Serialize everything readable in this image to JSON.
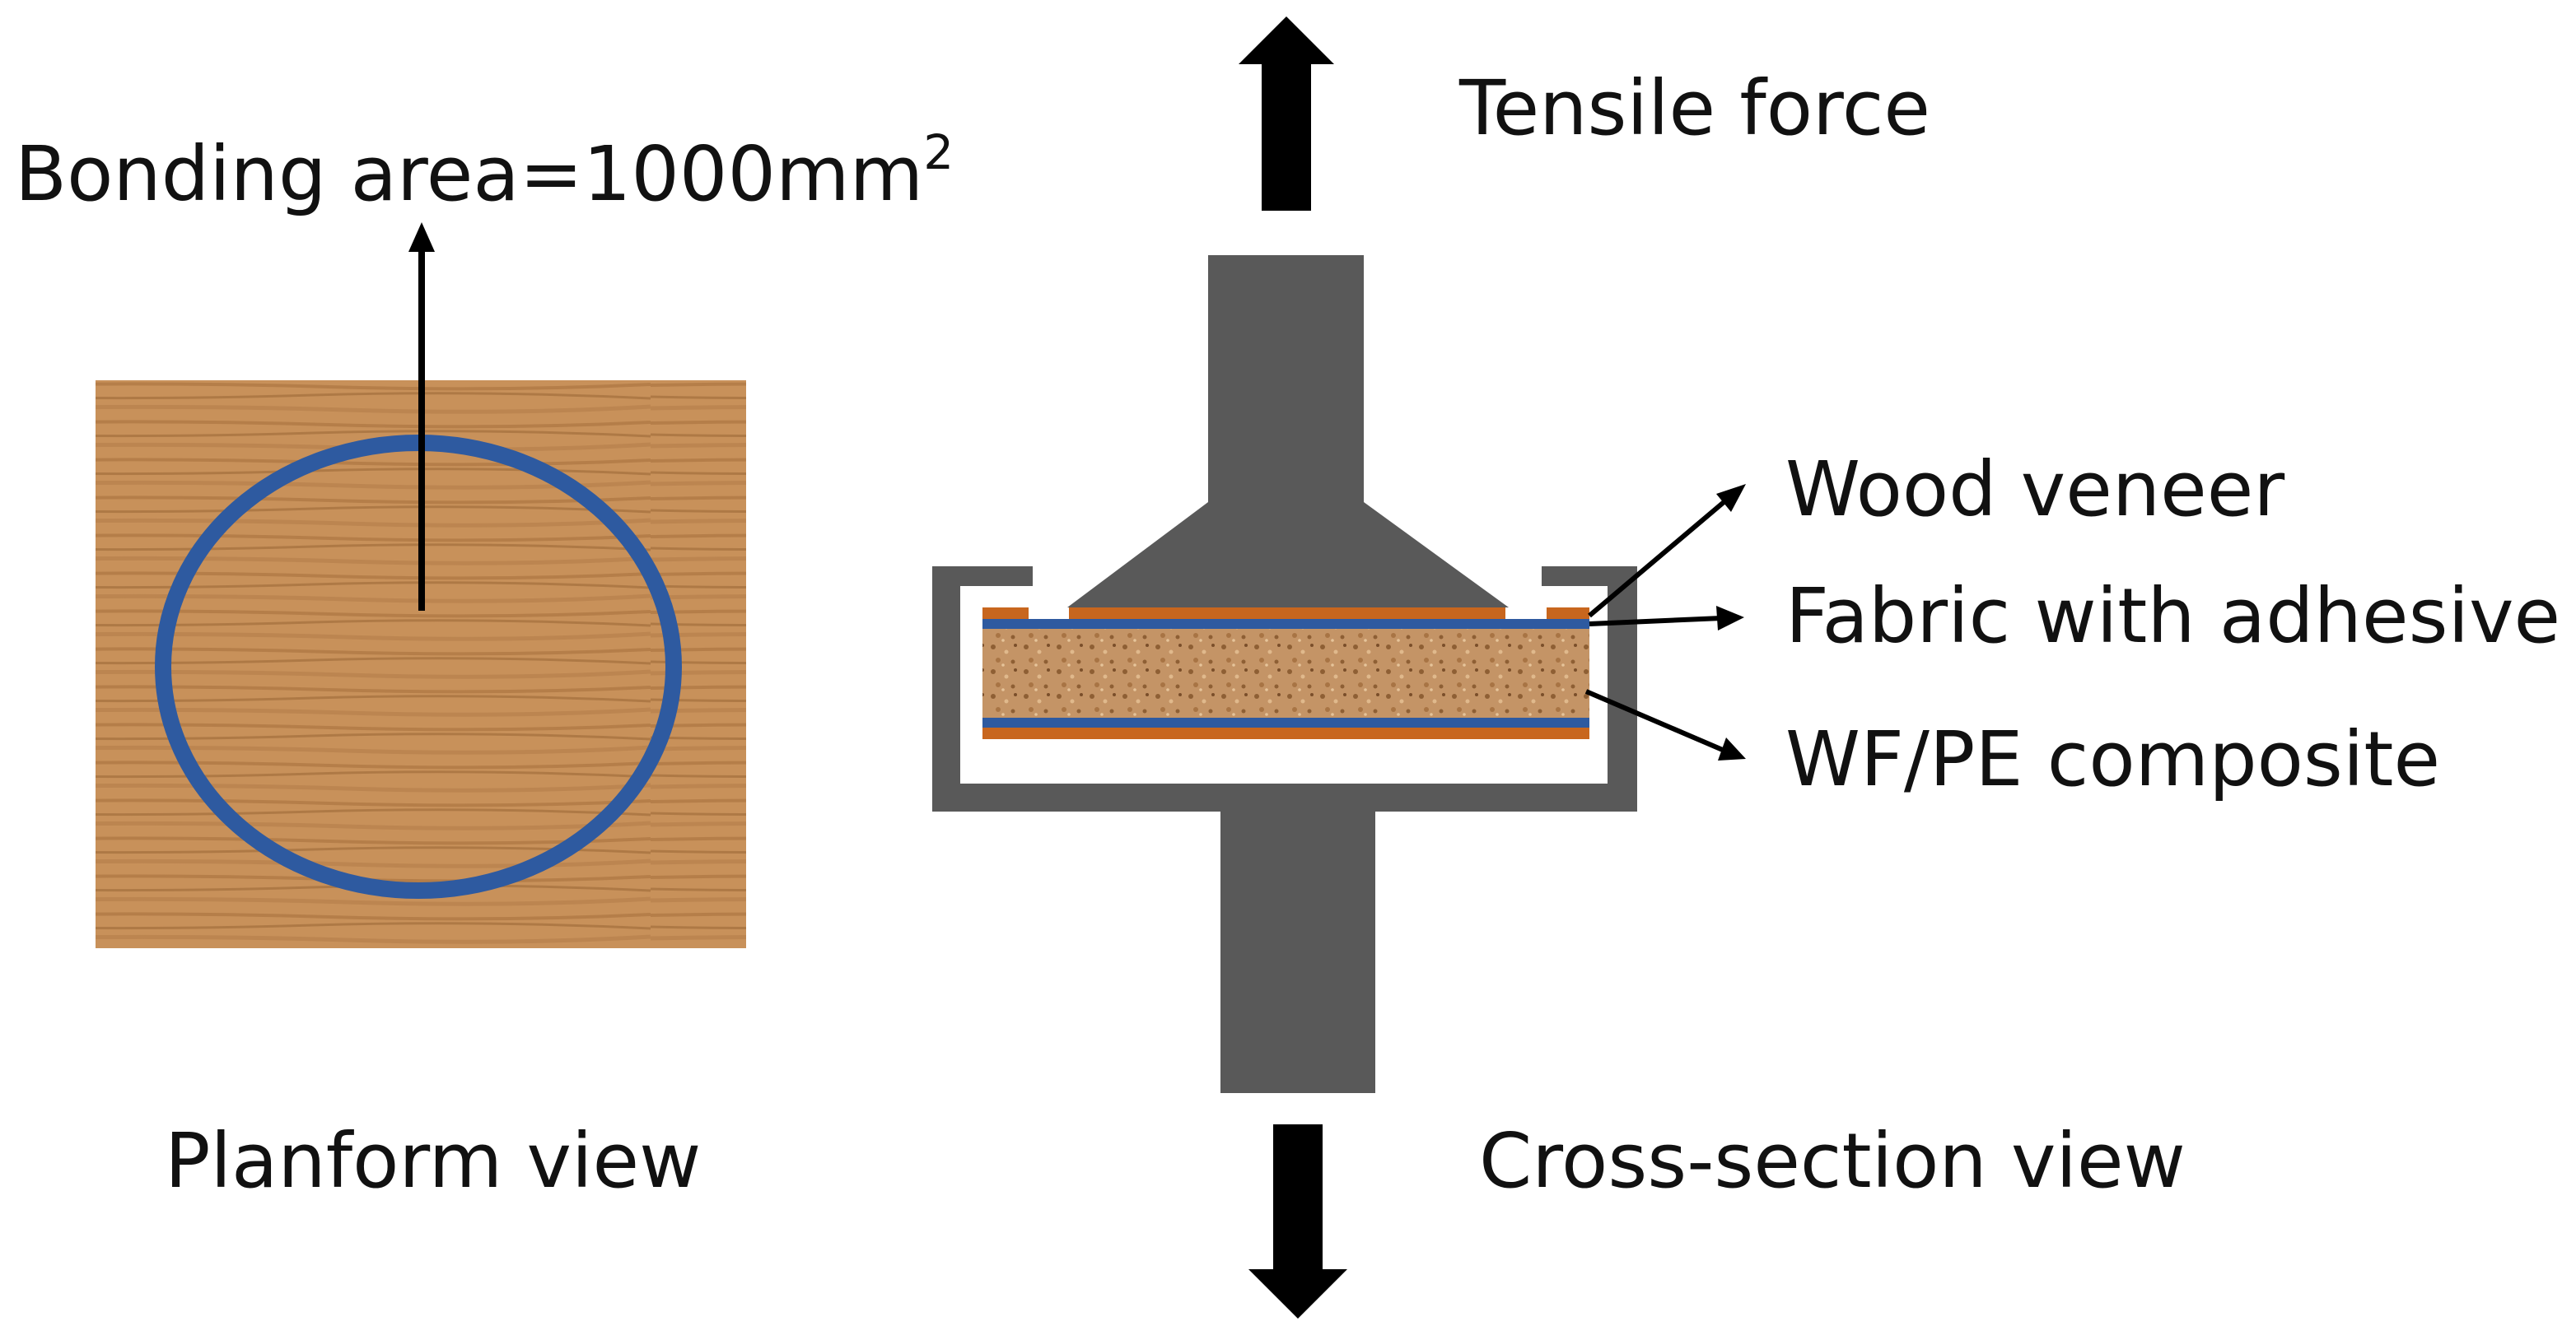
{
  "planform": {
    "bonding_area_label": "Bonding area=1000mm",
    "bonding_area_superscript": "2",
    "view_label": "Planform view"
  },
  "cross_section": {
    "tensile_force_label": "Tensile force",
    "layers": {
      "wood_veneer": "Wood veneer",
      "fabric_with_adhesive": "Fabric with adhesive",
      "wf_pe_composite": "WF/PE composite"
    },
    "view_label": "Cross-section view"
  },
  "colors": {
    "wood": "#c8915a",
    "wood_grain": "#9a6433",
    "ring": "#2e5aa0",
    "fixture": "#595959",
    "veneer_orange": "#c8661e",
    "fabric_blue": "#2e5aa0",
    "composite": "#c49466",
    "composite_speck": "#8e5f34",
    "arrow": "#000000"
  }
}
